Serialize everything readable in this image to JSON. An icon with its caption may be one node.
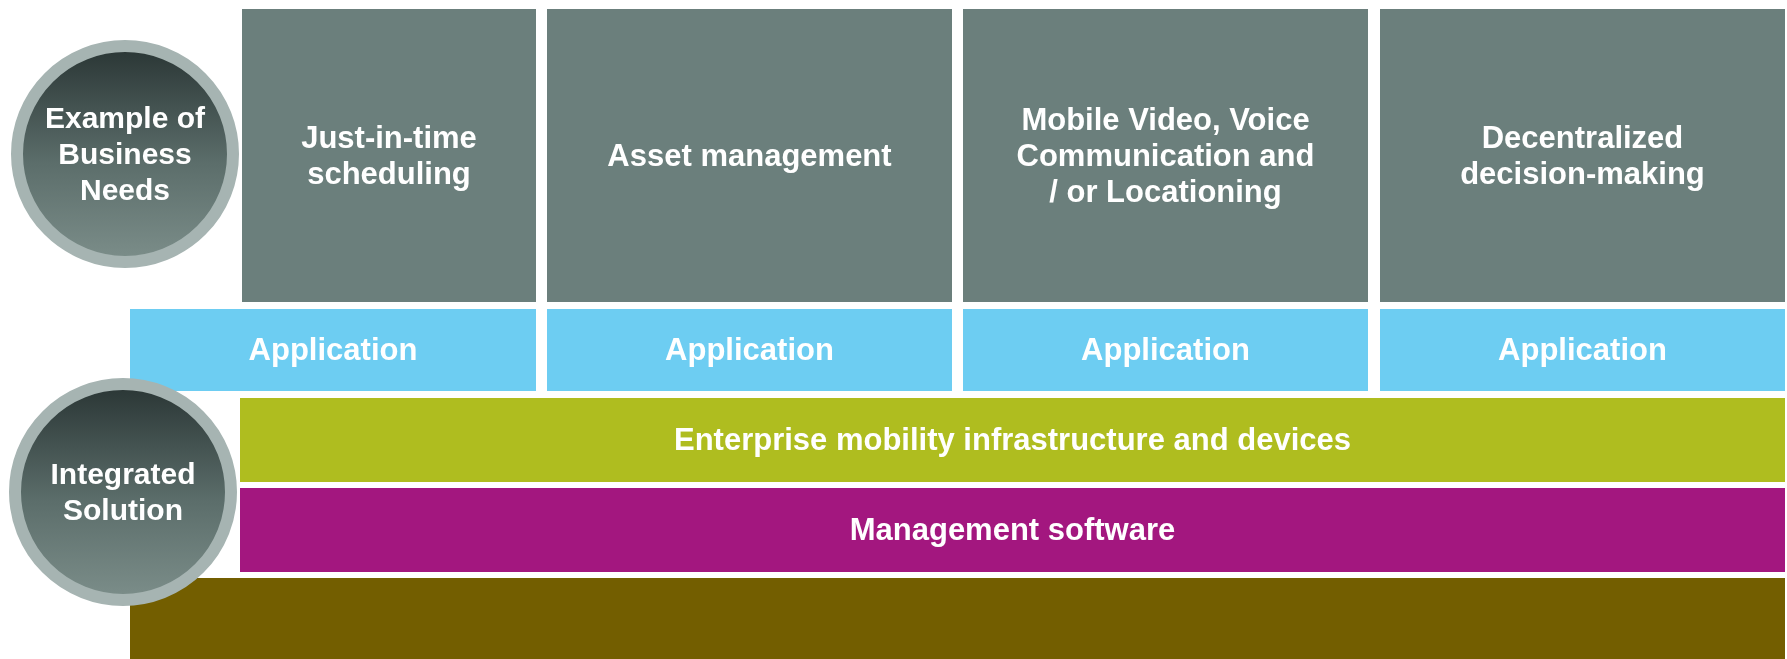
{
  "diagram": {
    "nodes": [
      {
        "text": [
          "Example of Business Needs"
        ]
      },
      {
        "text": [
          "Just-in-time scheduling"
        ]
      },
      {
        "text": [
          "Asset management"
        ]
      },
      {
        "text": [
          "Mobile Video, Voice Communication and / or Locationing"
        ]
      },
      {
        "text": [
          "Decentralized decision-making"
        ]
      },
      {
        "text": [
          "Application"
        ]
      },
      {
        "text": [
          "Application"
        ]
      },
      {
        "text": [
          "Application"
        ]
      },
      {
        "text": [
          "Application"
        ]
      },
      {
        "text": [
          "Integrated Solution"
        ]
      },
      {
        "text": [
          "Enterprise mobility infrastructure and devices"
        ]
      },
      {
        "text": [
          "Management software"
        ]
      },
      {
        "text": [],
        "shape": "bar"
      }
    ]
  }
}
